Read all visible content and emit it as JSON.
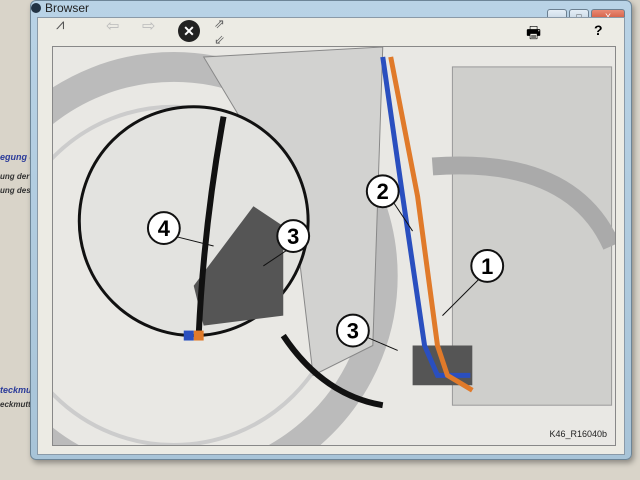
{
  "window": {
    "title": "Browser",
    "minimize": "–",
    "maximize": "□",
    "close": "X"
  },
  "toolbar": {
    "help": "?"
  },
  "background_text": [
    "egung d",
    "ung der",
    "ung des",
    "teckmutter",
    "eckmuttern"
  ],
  "figure": {
    "caption": "K46_R16040b",
    "callouts": [
      "1",
      "2",
      "3",
      "3",
      "4"
    ]
  },
  "colors": {
    "wire_orange": "#e07a2a",
    "wire_blue": "#2a4fbf"
  }
}
